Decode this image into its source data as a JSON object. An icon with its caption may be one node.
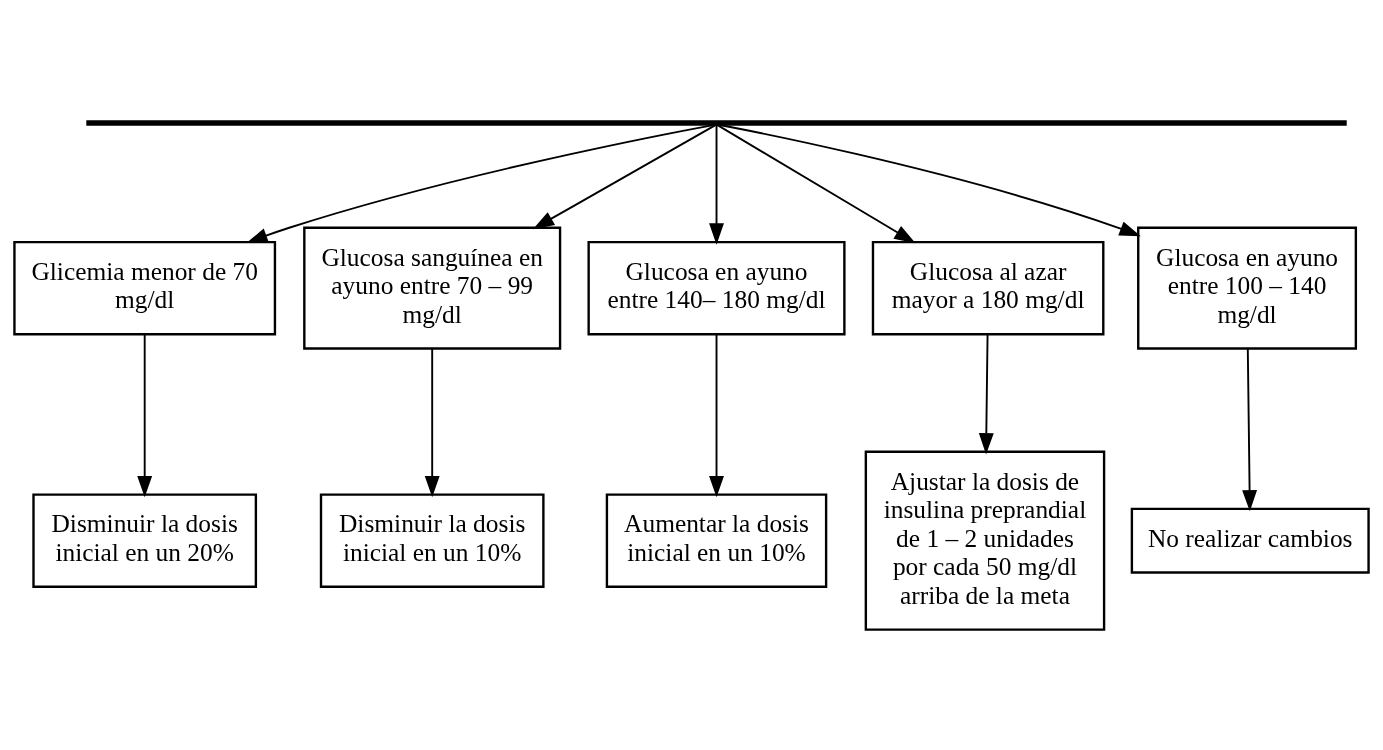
{
  "diagram": {
    "nodes": [
      {
        "text": [],
        "shape": "bar"
      },
      {
        "text": [
          "Glicemia menor de 70 mg/dl"
        ]
      },
      {
        "text": [
          "Glucosa sanguínea en ayuno entre 70 – 99 mg/dl"
        ]
      },
      {
        "text": [
          "Glucosa en ayuno entre 140– 180 mg/dl"
        ]
      },
      {
        "text": [
          "Glucosa al azar mayor a 180 mg/dl"
        ]
      },
      {
        "text": [
          "Glucosa en ayuno entre 100 – 140 mg/dl"
        ]
      },
      {
        "text": [
          "Disminuir la dosis inicial en un 20%"
        ]
      },
      {
        "text": [
          "Disminuir la dosis inicial en un 10%"
        ]
      },
      {
        "text": [
          "Aumentar la dosis inicial en un 10%"
        ]
      },
      {
        "text": [
          "Ajustar la dosis de insulina preprandial de 1 – 2 unidades por cada 50 mg/dl arriba de la meta"
        ]
      },
      {
        "text": [
          "No realizar cambios"
        ]
      }
    ],
    "edges": [
      {
        "from": 0,
        "to": 1,
        "arrow": "to"
      },
      {
        "from": 0,
        "to": 2,
        "arrow": "to"
      },
      {
        "from": 0,
        "to": 3,
        "arrow": "to"
      },
      {
        "from": 0,
        "to": 4,
        "arrow": "to"
      },
      {
        "from": 0,
        "to": 5,
        "arrow": "to"
      },
      {
        "from": 1,
        "to": 6,
        "arrow": "to"
      },
      {
        "from": 2,
        "to": 7,
        "arrow": "to"
      },
      {
        "from": 3,
        "to": 8,
        "arrow": "to"
      },
      {
        "from": 4,
        "to": 9,
        "arrow": "to"
      },
      {
        "from": 5,
        "to": 10,
        "arrow": "to"
      }
    ]
  }
}
